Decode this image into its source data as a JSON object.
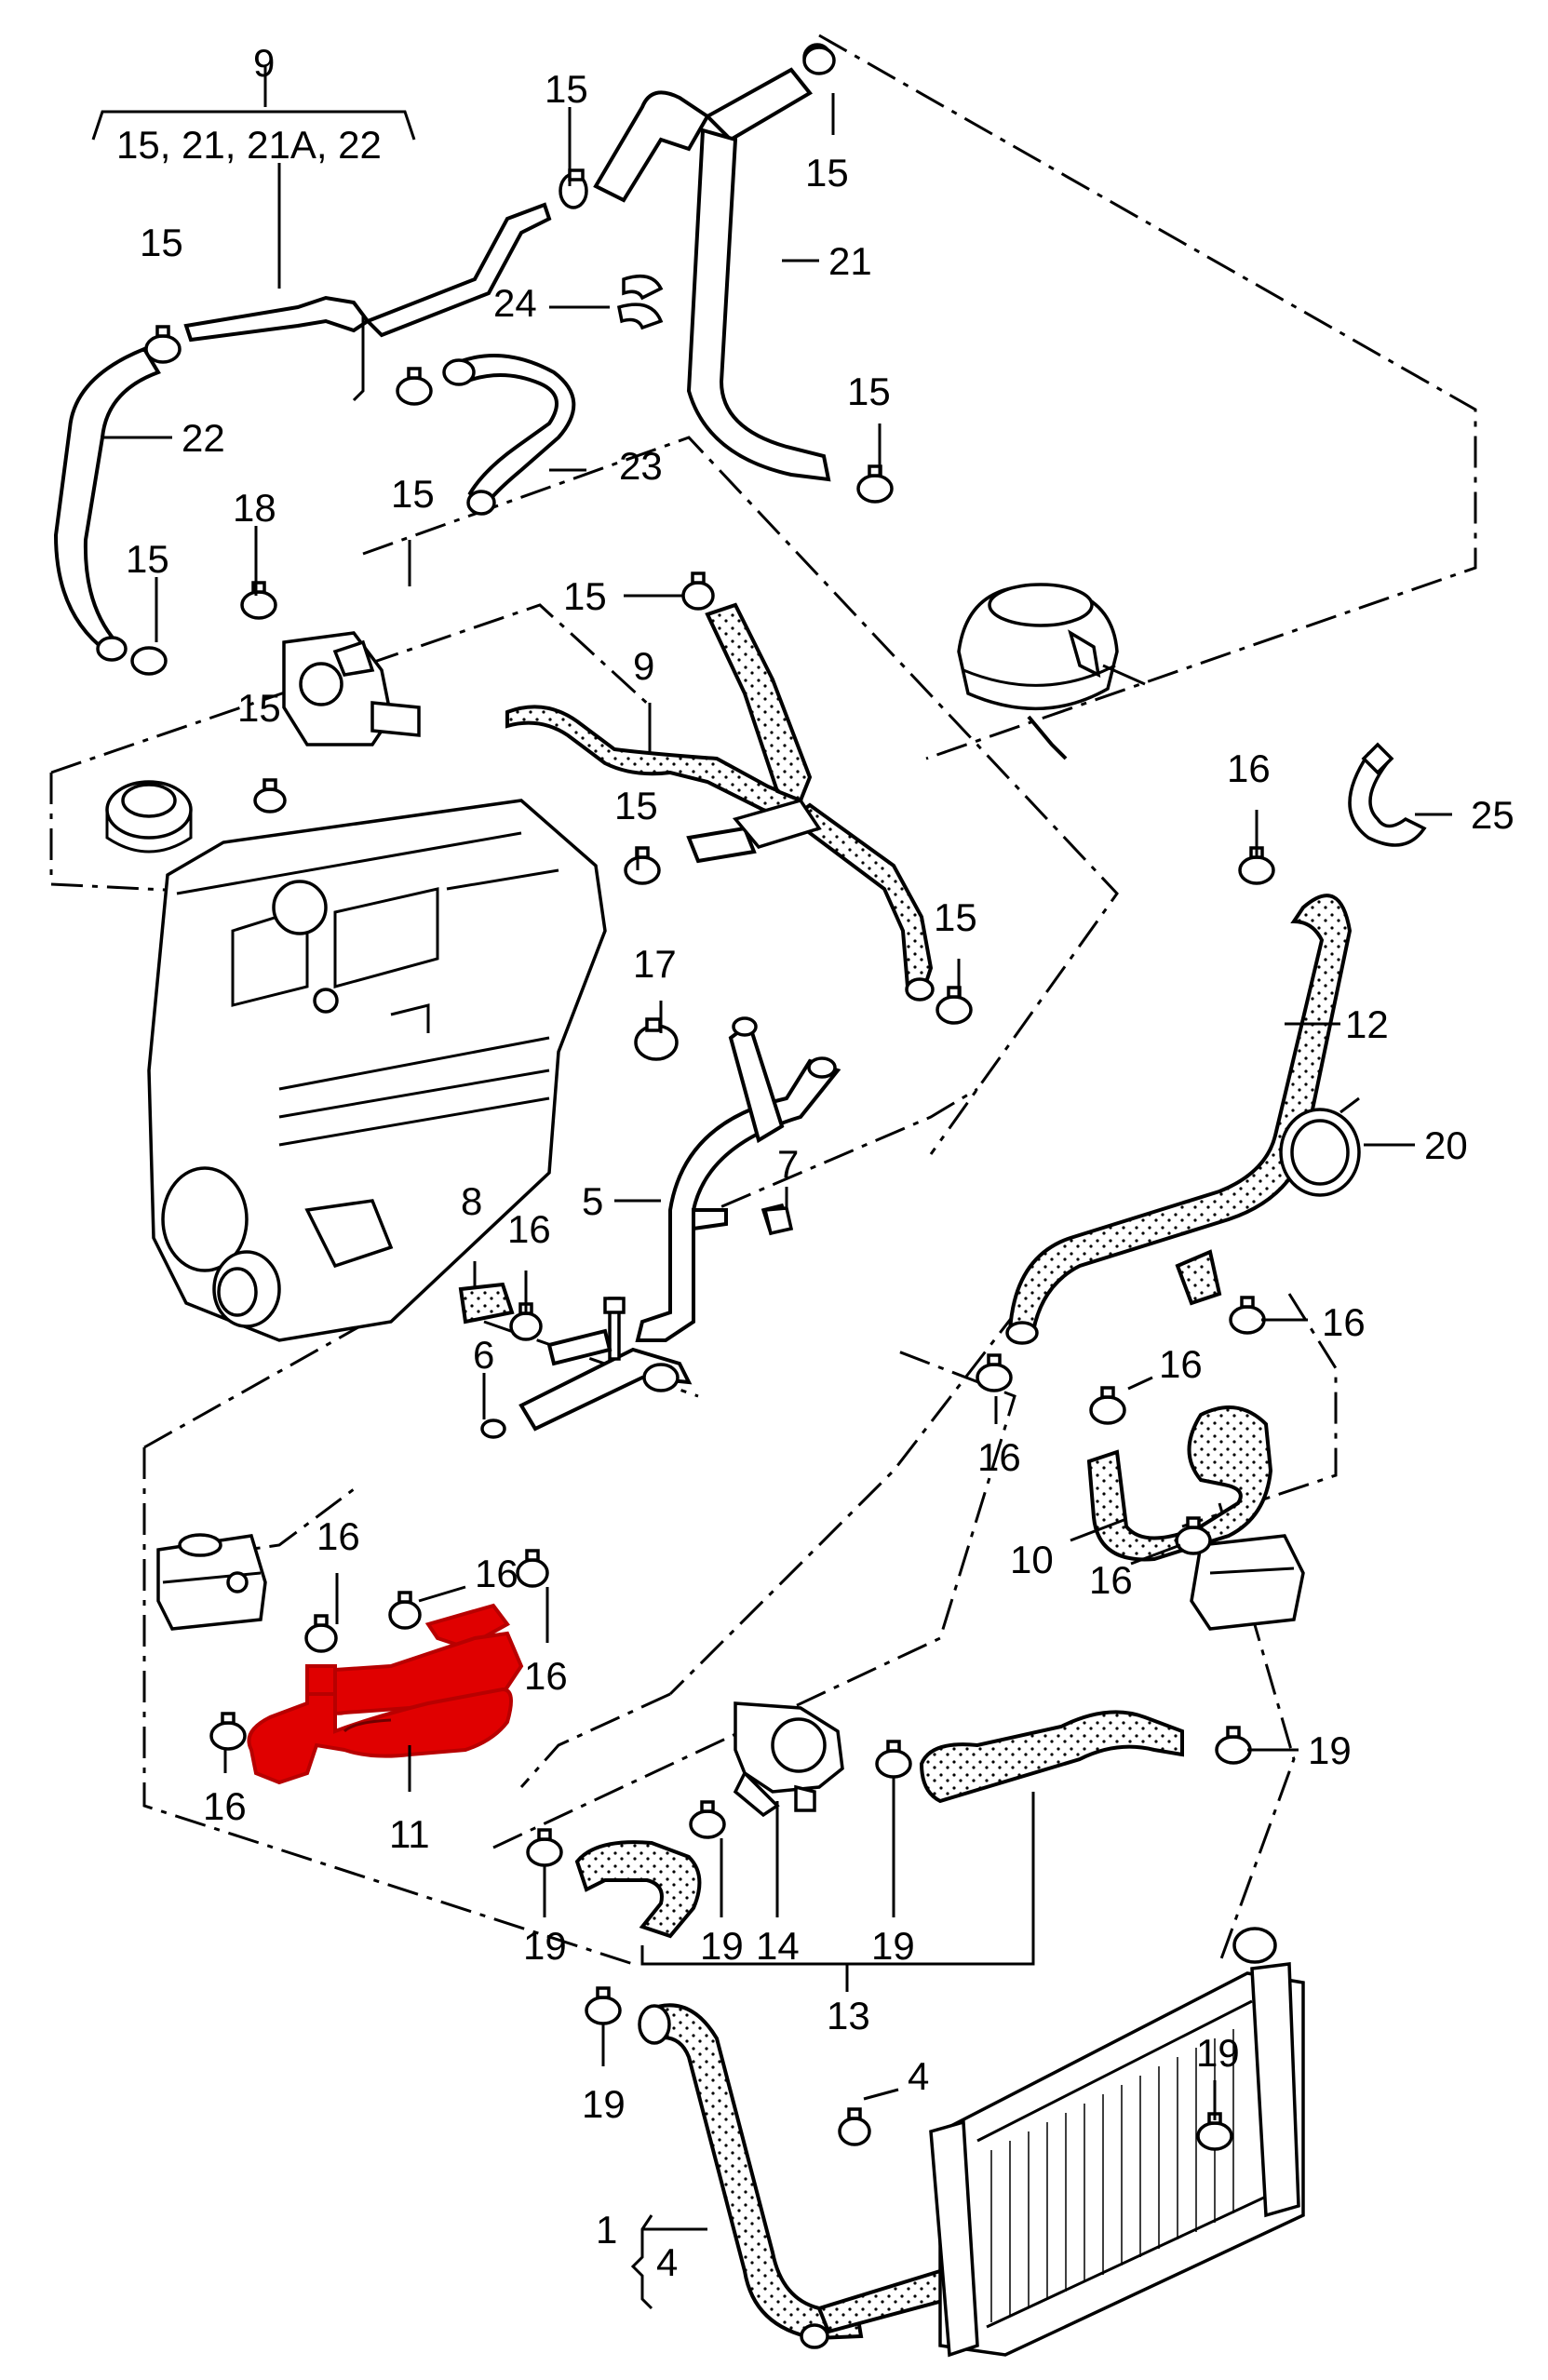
{
  "callouts": {
    "c9_top": "9",
    "c9_sub": "15, 21, 21A, 22",
    "c15_a": "15",
    "c15_b": "15",
    "c15_c": "15",
    "c15_d": "15",
    "c15_e": "15",
    "c15_f": "15",
    "c15_g": "15",
    "c15_h": "15",
    "c15_i": "15",
    "c15_j": "15",
    "c21": "21",
    "c22": "22",
    "c23": "23",
    "c24": "24",
    "c18": "18",
    "c9": "9",
    "c16_a": "16",
    "c16_b": "16",
    "c16_c": "16",
    "c16_d": "16",
    "c16_e": "16",
    "c16_f": "16",
    "c16_g": "16",
    "c16_h": "16",
    "c16_i": "16",
    "c16_j": "16",
    "c25": "25",
    "c12": "12",
    "c17": "17",
    "c20": "20",
    "c5": "5",
    "c7": "7",
    "c8": "8",
    "c6": "6",
    "c10": "10",
    "c11": "11",
    "c19_a": "19",
    "c19_b": "19",
    "c19_c": "19",
    "c19_d": "19",
    "c19_e": "19",
    "c19_f": "19",
    "c14": "14",
    "c13": "13",
    "c4_a": "4",
    "c1": "1",
    "c4_b": "4"
  },
  "colors": {
    "highlight": "#e00000",
    "line": "#000000",
    "background": "#ffffff"
  }
}
